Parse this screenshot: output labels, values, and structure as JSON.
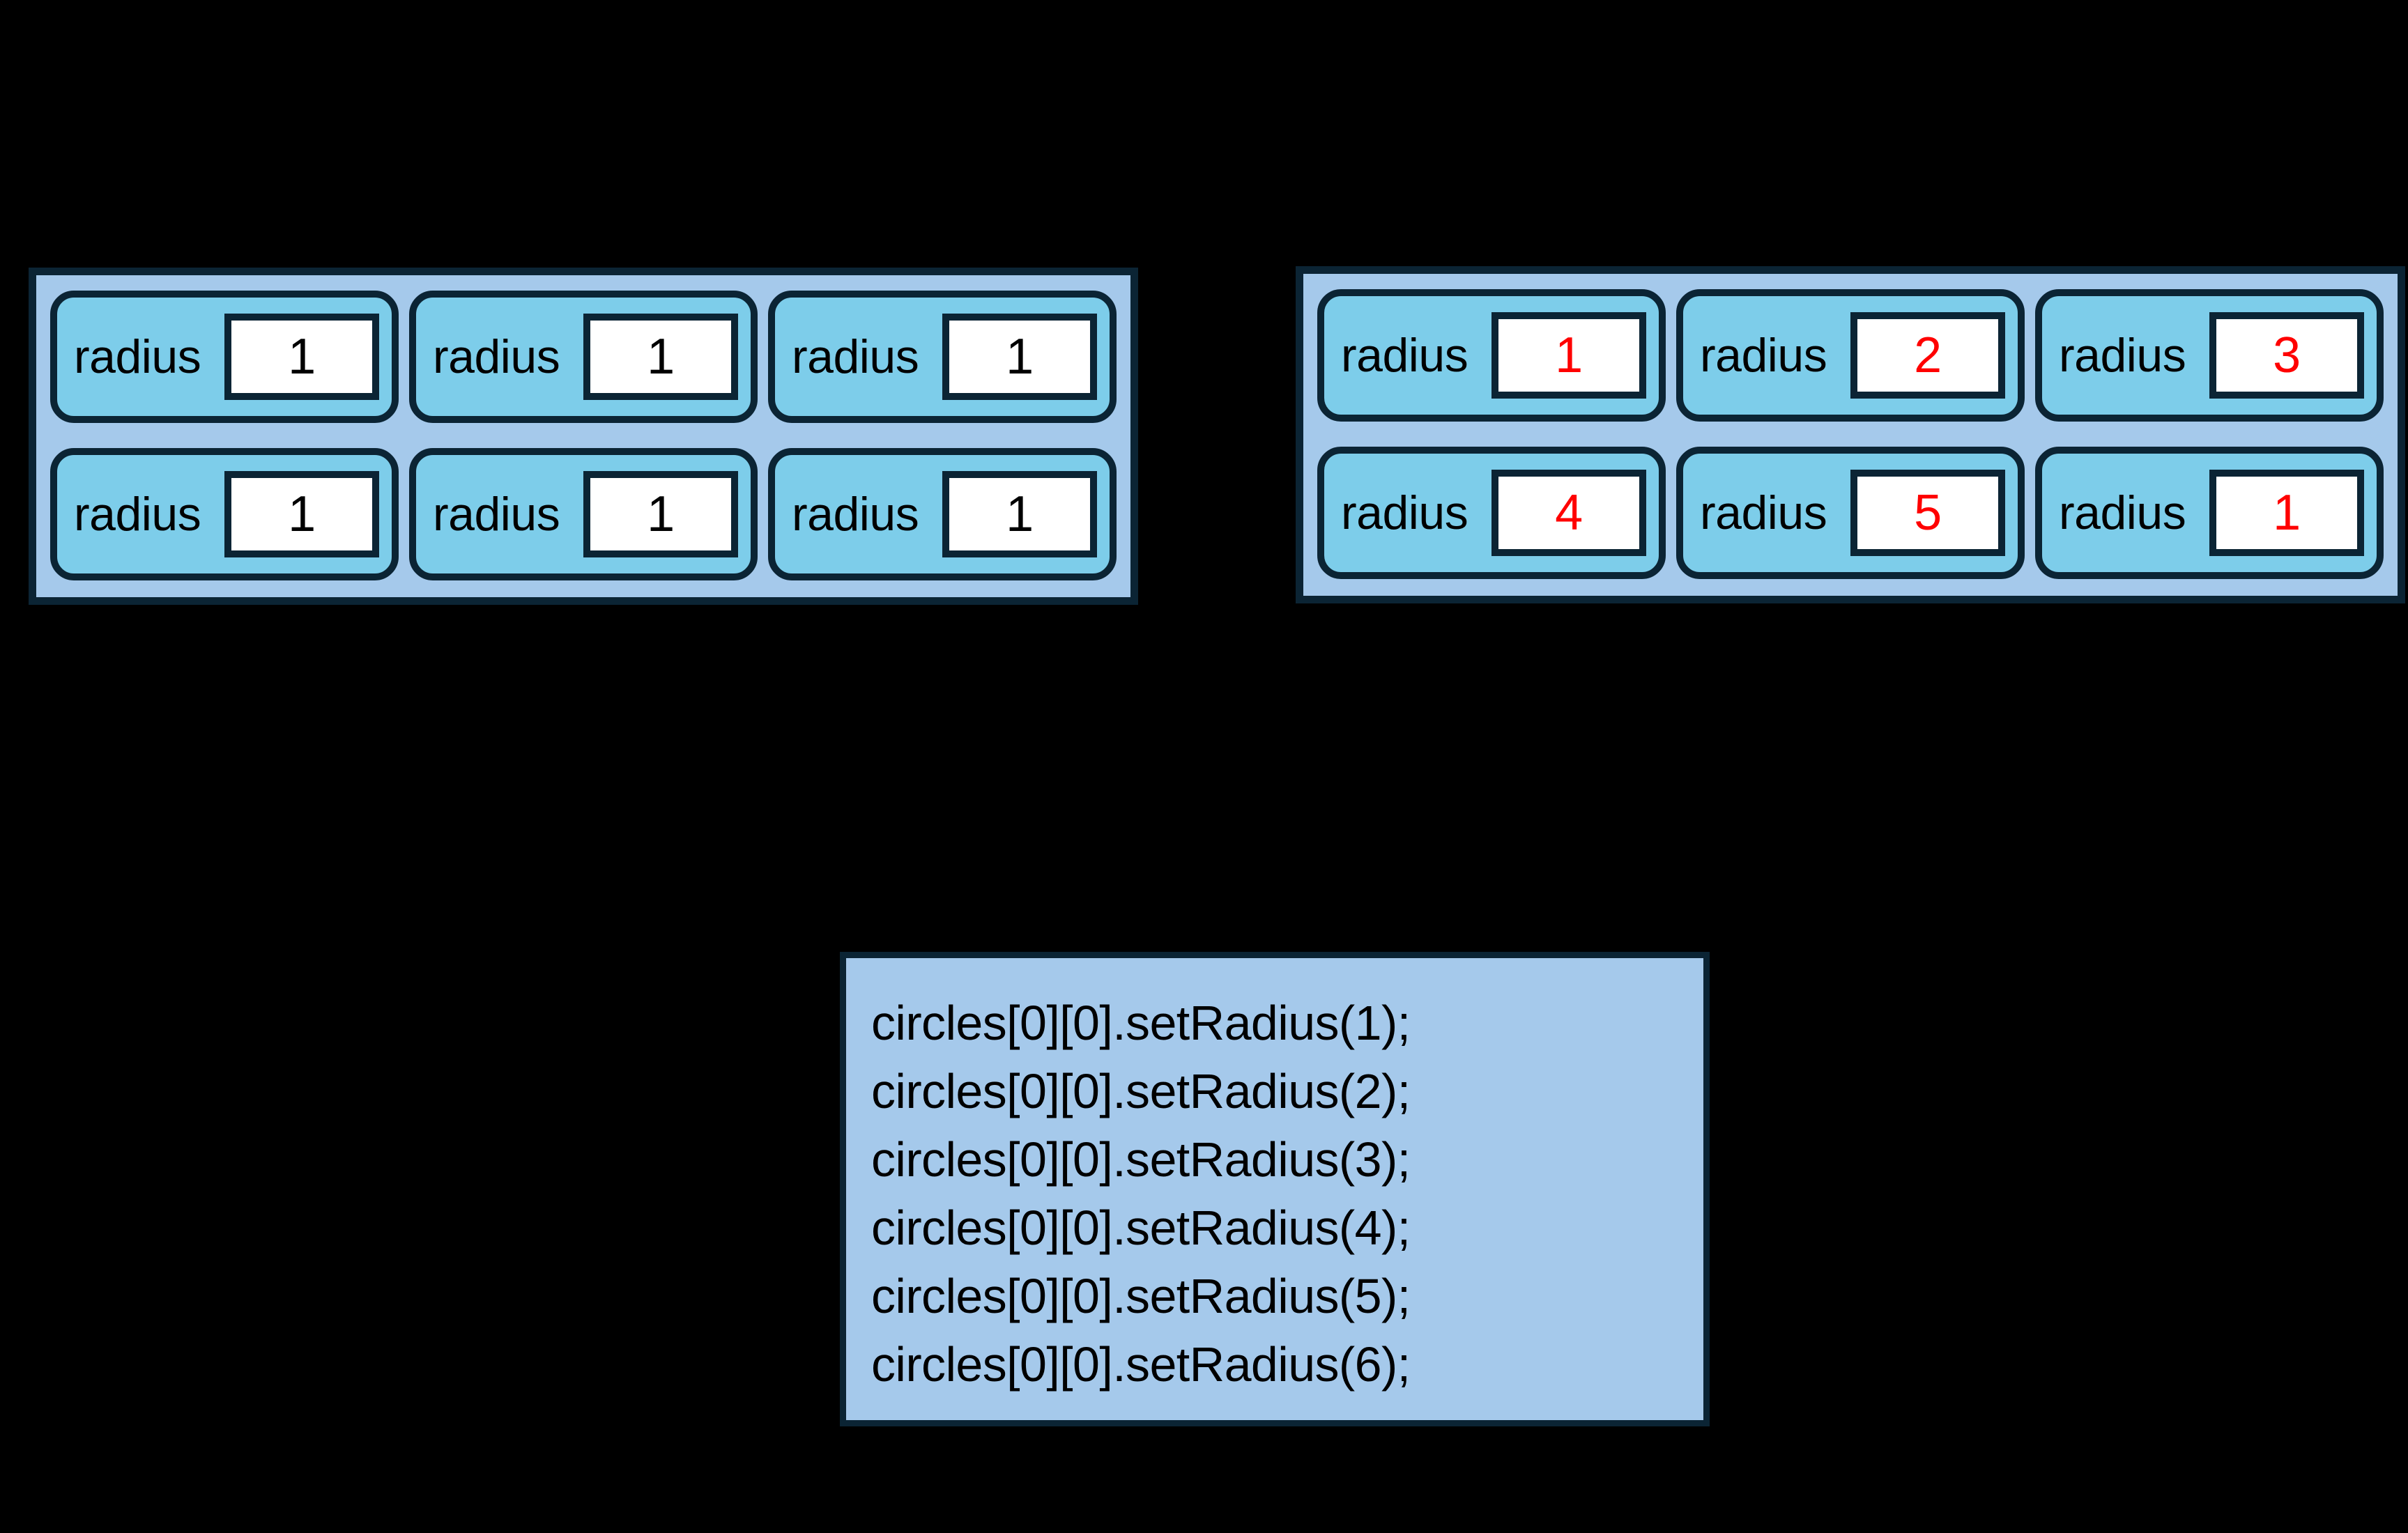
{
  "background_color": "#000000",
  "theme": {
    "panel_fill": "#A5C9EB",
    "card_fill": "#7DCDEA",
    "border_color": "#0B2434",
    "value_box_fill": "#FFFFFF",
    "default_value_color": "#000000",
    "changed_value_color": "#FF0000"
  },
  "panels": [
    {
      "id": "before",
      "rows": [
        [
          {
            "label": "radius",
            "value": "1",
            "changed": false
          },
          {
            "label": "radius",
            "value": "1",
            "changed": false
          },
          {
            "label": "radius",
            "value": "1",
            "changed": false
          }
        ],
        [
          {
            "label": "radius",
            "value": "1",
            "changed": false
          },
          {
            "label": "radius",
            "value": "1",
            "changed": false
          },
          {
            "label": "radius",
            "value": "1",
            "changed": false
          }
        ]
      ]
    },
    {
      "id": "after",
      "rows": [
        [
          {
            "label": "radius",
            "value": "1",
            "changed": true
          },
          {
            "label": "radius",
            "value": "2",
            "changed": true
          },
          {
            "label": "radius",
            "value": "3",
            "changed": true
          }
        ],
        [
          {
            "label": "radius",
            "value": "4",
            "changed": true
          },
          {
            "label": "radius",
            "value": "5",
            "changed": true
          },
          {
            "label": "radius",
            "value": "1",
            "changed": true
          }
        ]
      ]
    }
  ],
  "code_block": {
    "lines": [
      "circles[0][0].setRadius(1);",
      "circles[0][0].setRadius(2);",
      "circles[0][0].setRadius(3);",
      "circles[0][0].setRadius(4);",
      "circles[0][0].setRadius(5);",
      "circles[0][0].setRadius(6);"
    ]
  }
}
